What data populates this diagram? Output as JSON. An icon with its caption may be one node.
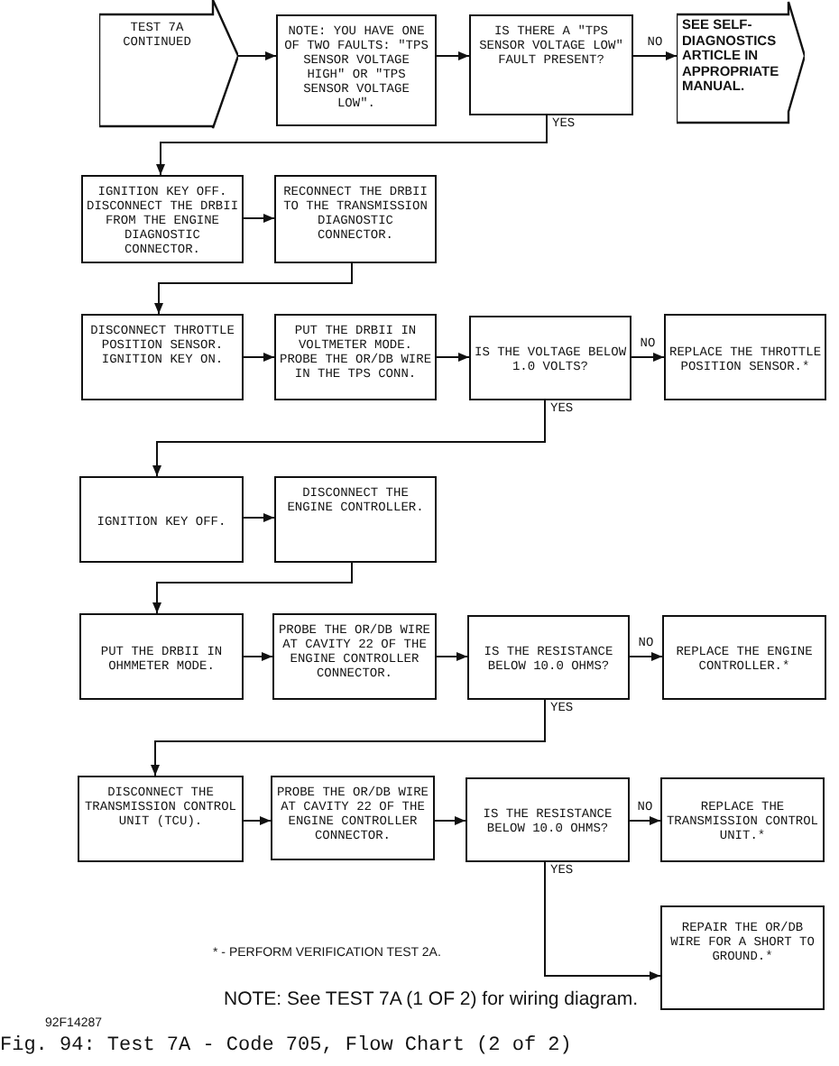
{
  "diagram": {
    "caption": "Fig. 94: Test 7A - Code 705, Flow Chart (2 of 2)",
    "nodes": [
      {
        "text": [
          "TEST 7A CONTINUED"
        ]
      },
      {
        "text": [
          "NOTE: YOU HAVE ONE OF TWO FAULTS: \"TPS SENSOR VOLTAGE HIGH\" OR \"TPS SENSOR VOLTAGE LOW\"."
        ]
      },
      {
        "text": [
          "IS THERE A \"TPS SENSOR VOLTAGE LOW\" FAULT PRESENT?"
        ]
      },
      {
        "text": [
          "SEE SELF-DIAGNOSTICS ARTICLE IN APPROPRIATE MANUAL."
        ]
      },
      {
        "text": [
          "IGNITION KEY OFF. DISCONNECT THE DRBII FROM THE ENGINE DIAGNOSTIC CONNECTOR."
        ]
      },
      {
        "text": [
          "RECONNECT THE DRBII TO THE TRANSMISSION DIAGNOSTIC CONNECTOR."
        ]
      },
      {
        "text": [
          "DISCONNECT THROTTLE POSITION SENSOR. IGNITION KEY ON."
        ]
      },
      {
        "text": [
          "PUT THE DRBII IN VOLTMETER MODE. PROBE THE OR/DB WIRE IN THE TPS CONN."
        ]
      },
      {
        "text": [
          "IS THE VOLTAGE BELOW 1.0 VOLTS?"
        ]
      },
      {
        "text": [
          "REPLACE THE THROTTLE POSITION SENSOR.*"
        ]
      },
      {
        "text": [
          "IGNITION KEY OFF."
        ]
      },
      {
        "text": [
          "DISCONNECT THE ENGINE CONTROLLER."
        ]
      },
      {
        "text": [
          "PUT THE DRBII IN OHMMETER MODE."
        ]
      },
      {
        "text": [
          "PROBE THE OR/DB WIRE AT CAVITY 22 OF THE ENGINE CONTROLLER CONNECTOR."
        ]
      },
      {
        "text": [
          "IS THE RESISTANCE BELOW 10.0 OHMS?"
        ]
      },
      {
        "text": [
          "REPLACE THE ENGINE CONTROLLER.*"
        ]
      },
      {
        "text": [
          "DISCONNECT THE TRANSMISSION CONTROL UNIT (TCU)."
        ]
      },
      {
        "text": [
          "PROBE THE OR/DB WIRE AT CAVITY 22 OF THE ENGINE CONTROLLER CONNECTOR."
        ]
      },
      {
        "text": [
          "IS THE RESISTANCE BELOW 10.0 OHMS?"
        ]
      },
      {
        "text": [
          "REPLACE THE TRANSMISSION CONTROL UNIT.*"
        ]
      },
      {
        "text": [
          "REPAIR THE OR/DB WIRE FOR A SHORT TO GROUND.*"
        ]
      }
    ],
    "edges": [
      {
        "from": 0,
        "to": 1,
        "arrow": "to"
      },
      {
        "from": 1,
        "to": 2,
        "arrow": "to"
      },
      {
        "from": 2,
        "to": 3,
        "arrow": "to",
        "label": "NO"
      },
      {
        "from": 2,
        "to": 4,
        "arrow": "to",
        "label": "YES"
      },
      {
        "from": 4,
        "to": 5,
        "arrow": "to"
      },
      {
        "from": 5,
        "to": 6,
        "arrow": "to"
      },
      {
        "from": 6,
        "to": 7,
        "arrow": "to"
      },
      {
        "from": 7,
        "to": 8,
        "arrow": "to"
      },
      {
        "from": 8,
        "to": 9,
        "arrow": "to",
        "label": "NO"
      },
      {
        "from": 8,
        "to": 10,
        "arrow": "to",
        "label": "YES"
      },
      {
        "from": 10,
        "to": 11,
        "arrow": "to"
      },
      {
        "from": 11,
        "to": 12,
        "arrow": "to"
      },
      {
        "from": 12,
        "to": 13,
        "arrow": "to"
      },
      {
        "from": 13,
        "to": 14,
        "arrow": "to"
      },
      {
        "from": 14,
        "to": 15,
        "arrow": "to",
        "label": "NO"
      },
      {
        "from": 14,
        "to": 16,
        "arrow": "to",
        "label": "YES"
      },
      {
        "from": 16,
        "to": 17,
        "arrow": "to"
      },
      {
        "from": 17,
        "to": 18,
        "arrow": "to"
      },
      {
        "from": 18,
        "to": 19,
        "arrow": "to",
        "label": "NO"
      },
      {
        "from": 18,
        "to": 20,
        "arrow": "to",
        "label": "YES"
      }
    ],
    "labels": [
      "* - PERFORM VERIFICATION TEST 2A.",
      "NOTE: See TEST 7A (1 OF 2) for wiring diagram.",
      "92F14287"
    ]
  }
}
